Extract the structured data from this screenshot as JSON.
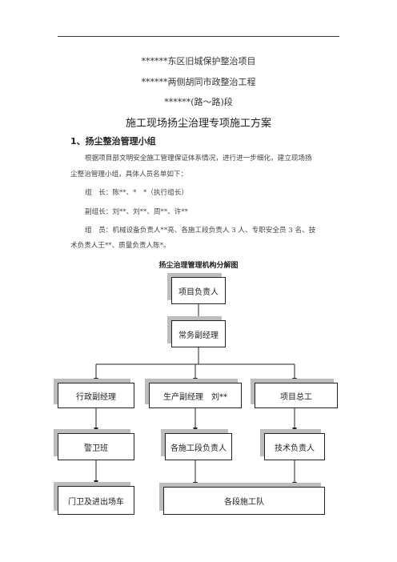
{
  "doc": {
    "title_line1": "******东区旧城保护整治项目",
    "title_line2": "******两侧胡同市政整治工程",
    "title_line3": "******(路～路)段",
    "main_title": "施工现场扬尘治理专项施工方案",
    "section1_heading": "1、扬尘整治管理小组",
    "para1_line1": "根据项目部文明安全施工管理保证体系情况，进行进一步细化，建立现场扬",
    "para1_line2": "尘整治管理小组，具体人员名单如下：",
    "leader_line": "组　长：陈**、*　*（执行组长）",
    "deputy_line": "副组长：刘**、刘**、周**、许**",
    "members_line1": "组　员：机械设备负责人**亮、各施工段负责人 3 人、专职安全员 3 名、技",
    "members_line2": "术负责人王**、质量负责人陈*。",
    "chart_caption": "扬尘治理管理机构分解图"
  },
  "org": {
    "project_manager": "项目负责人",
    "exec_deputy": "常务副经理",
    "admin_deputy": "行政副经理",
    "production_deputy": "生产副经理　刘**",
    "chief_engineer": "项目总工",
    "guard_team": "警卫班",
    "section_leaders": "各施工段负责人",
    "tech_lead": "技术负责人",
    "gate_guard": "门卫及进出场车",
    "construction_teams": "各段施工队"
  }
}
